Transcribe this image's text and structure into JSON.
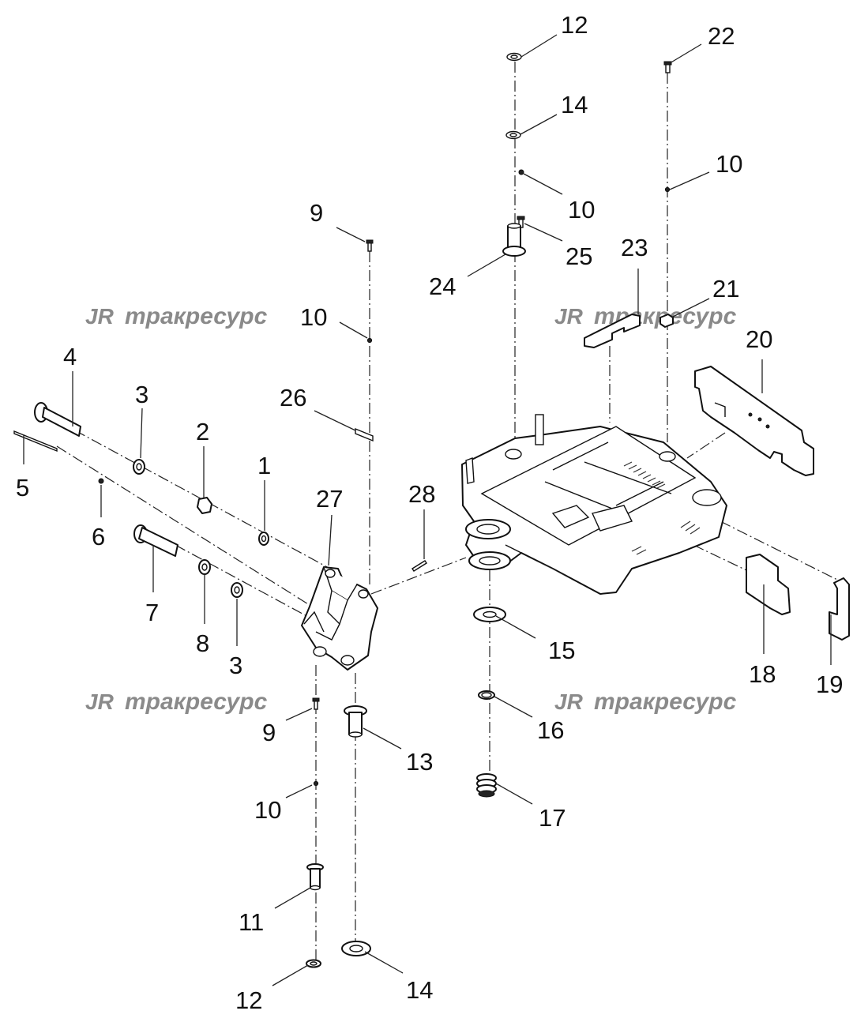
{
  "colors": {
    "background": "#ffffff",
    "line": "#111111",
    "watermark": "#8a8a8a"
  },
  "watermark": {
    "logo": "JR",
    "text": "тракресурс"
  },
  "callouts": {
    "c1": "1",
    "c2": "2",
    "c3a": "3",
    "c3b": "3",
    "c4": "4",
    "c5": "5",
    "c6": "6",
    "c7": "7",
    "c8": "8",
    "c9a": "9",
    "c9b": "9",
    "c10a": "10",
    "c10b": "10",
    "c10c": "10",
    "c10d": "10",
    "c11": "11",
    "c12a": "12",
    "c12b": "12",
    "c13": "13",
    "c14a": "14",
    "c14b": "14",
    "c15": "15",
    "c16": "16",
    "c17": "17",
    "c18": "18",
    "c19": "19",
    "c20": "20",
    "c21": "21",
    "c22": "22",
    "c23": "23",
    "c24": "24",
    "c25": "25",
    "c26": "26",
    "c27": "27",
    "c28": "28"
  }
}
